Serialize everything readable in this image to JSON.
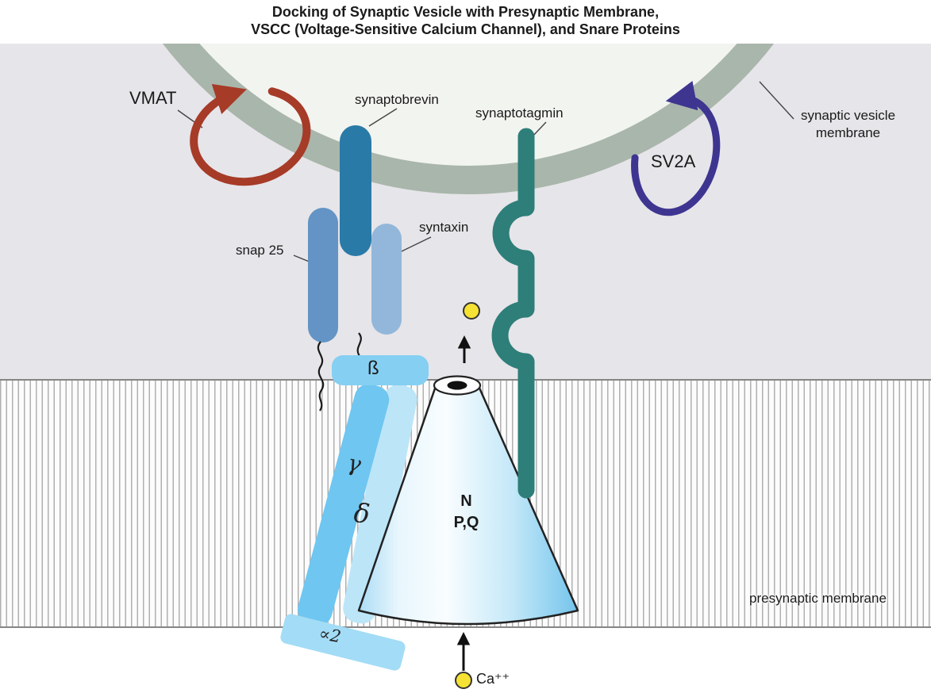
{
  "title": {
    "line1": "Docking of Synaptic Vesicle with Presynaptic Membrane,",
    "line2": "VSCC (Voltage-Sensitive Calcium Channel), and Snare Proteins"
  },
  "labels": {
    "vmat": "VMAT",
    "synaptobrevin": "synaptobrevin",
    "synaptotagmin": "synaptotagmin",
    "synaptic_vesicle_membrane_1": "synaptic vesicle",
    "synaptic_vesicle_membrane_2": "membrane",
    "sv2a": "SV2A",
    "snap25": "snap 25",
    "syntaxin": "syntaxin",
    "beta_subunit": "ß",
    "gamma_subunit": "γ",
    "delta_subunit": "δ",
    "alpha2_subunit": "∝2",
    "channel_type_n": "N",
    "channel_type_pq": "P,Q",
    "presynaptic_membrane": "presynaptic membrane",
    "calcium_ion": "Ca⁺⁺"
  },
  "colors": {
    "upper_background": "#e6e5e9",
    "vesicle_membrane": "#a9b6ab",
    "vesicle_interior": "#f2f4f0",
    "vmat_arrow": "#a63b28",
    "sv2a_arrow": "#3e3591",
    "synaptobrevin_bar": "#2a7aa8",
    "snap25_bar": "#6394c5",
    "syntaxin_bar": "#93b7da",
    "synaptotagmin": "#2e7e79",
    "beta_subunit": "#85cff3",
    "gamma_delta_bar": "#6fc6f0",
    "inner_subunit_bar": "#bce5f8",
    "alpha2_bar": "#a3dcf6",
    "channel_edge_blue": "#7cc8ee",
    "calcium_yellow": "#f6e233"
  }
}
